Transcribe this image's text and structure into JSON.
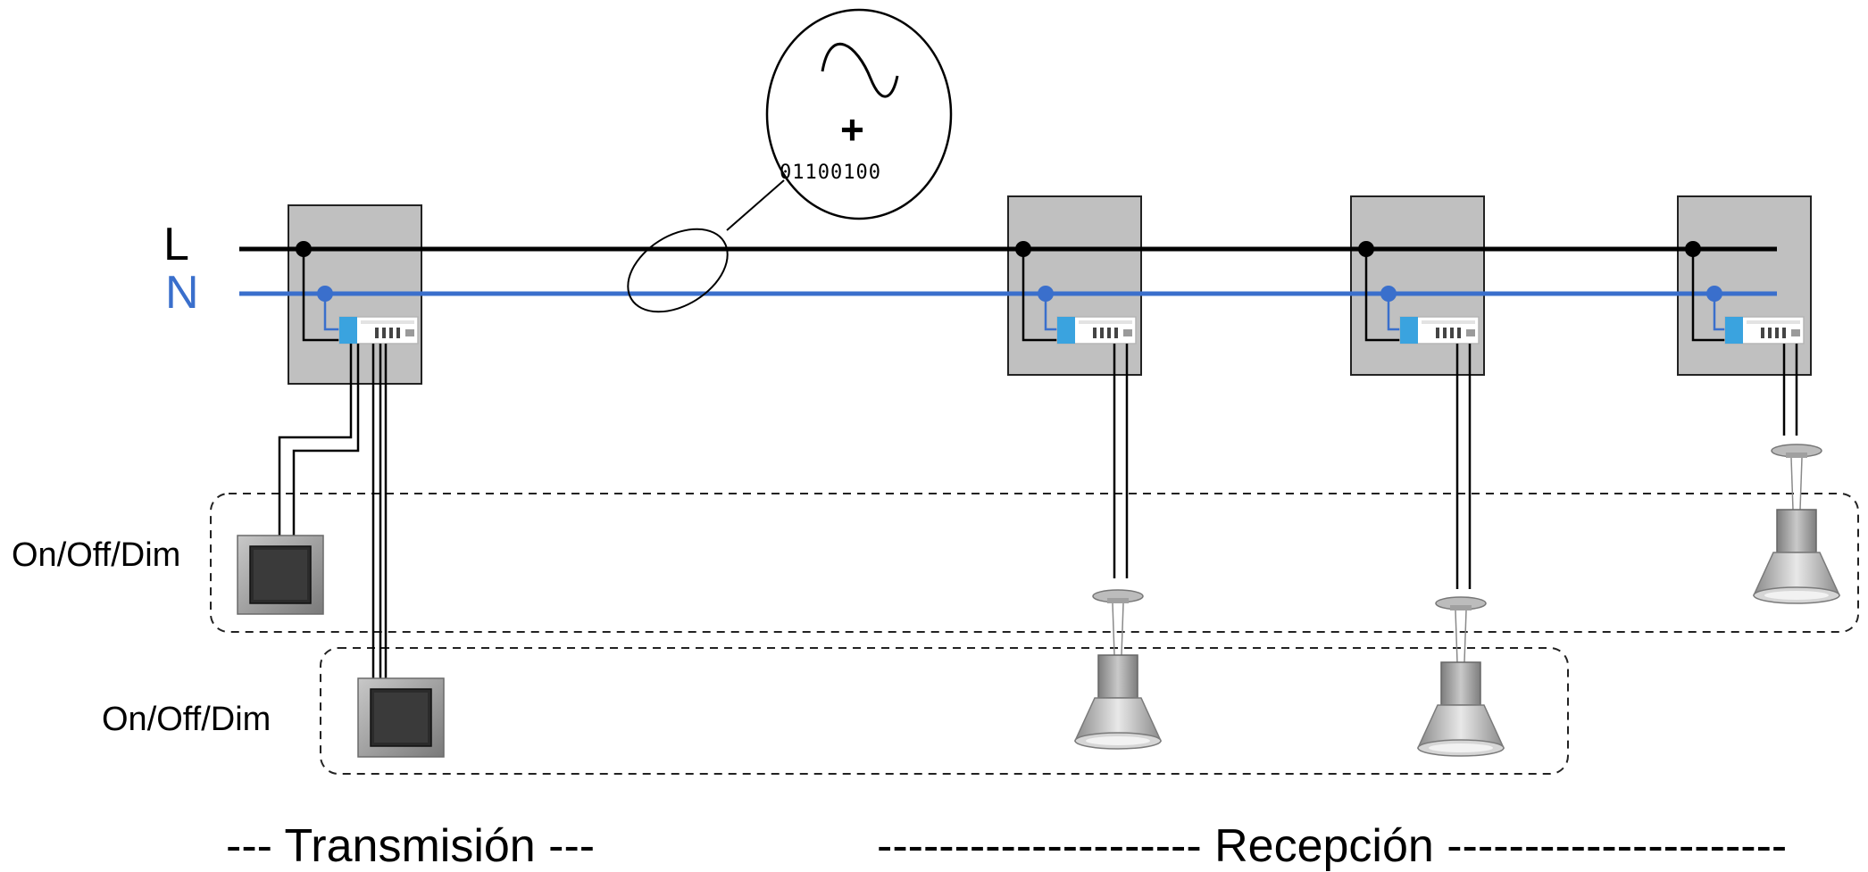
{
  "lines": {
    "phase_label": "L",
    "neutral_label": "N",
    "phase_color": "#000000",
    "neutral_color": "#3a6fcc"
  },
  "signal": {
    "plus": "+",
    "bits": "01100100"
  },
  "switches": {
    "switch_1_label": "On/Off/Dim",
    "switch_2_label": "On/Off/Dim"
  },
  "sections": {
    "transmission": "--- Transmisión ---",
    "reception": "--------------------- Recepción ----------------------"
  },
  "colors": {
    "junction_box": "#c0c0c0",
    "module": "#ffffff",
    "module_accent": "#3aa3df",
    "switch_frame": "#9a9a9a",
    "switch_key": "#2b2b2b",
    "lamp": "#a8a8a8"
  },
  "icons": {
    "switch": "wall-switch-icon",
    "lamp": "pendant-lamp-icon",
    "module": "plc-module-icon",
    "wave": "sine-wave-icon"
  }
}
